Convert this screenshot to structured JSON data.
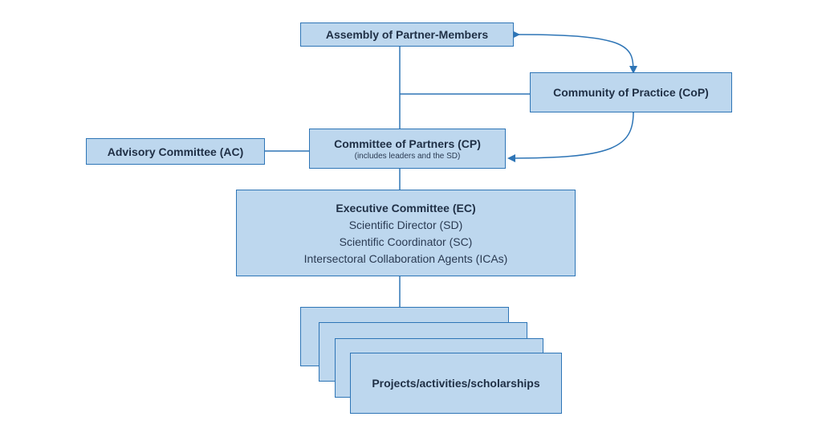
{
  "boxes": {
    "assembly": "Assembly of Partner-Members",
    "community": "Community of Practice (CoP)",
    "advisory": "Advisory Committee (AC)",
    "partners_title": "Committee of Partners (CP)",
    "partners_sub": "(includes leaders and the SD)",
    "executive_title": "Executive Committee (EC)",
    "executive_lines": [
      "Scientific Director (SD)",
      "Scientific Coordinator (SC)",
      "Intersectoral Collaboration Agents (ICAs)"
    ],
    "projects": "Projects/activities/scholarships"
  },
  "colors": {
    "box_fill": "#bdd7ee",
    "box_border": "#2e75b6",
    "connector": "#2e75b6"
  }
}
